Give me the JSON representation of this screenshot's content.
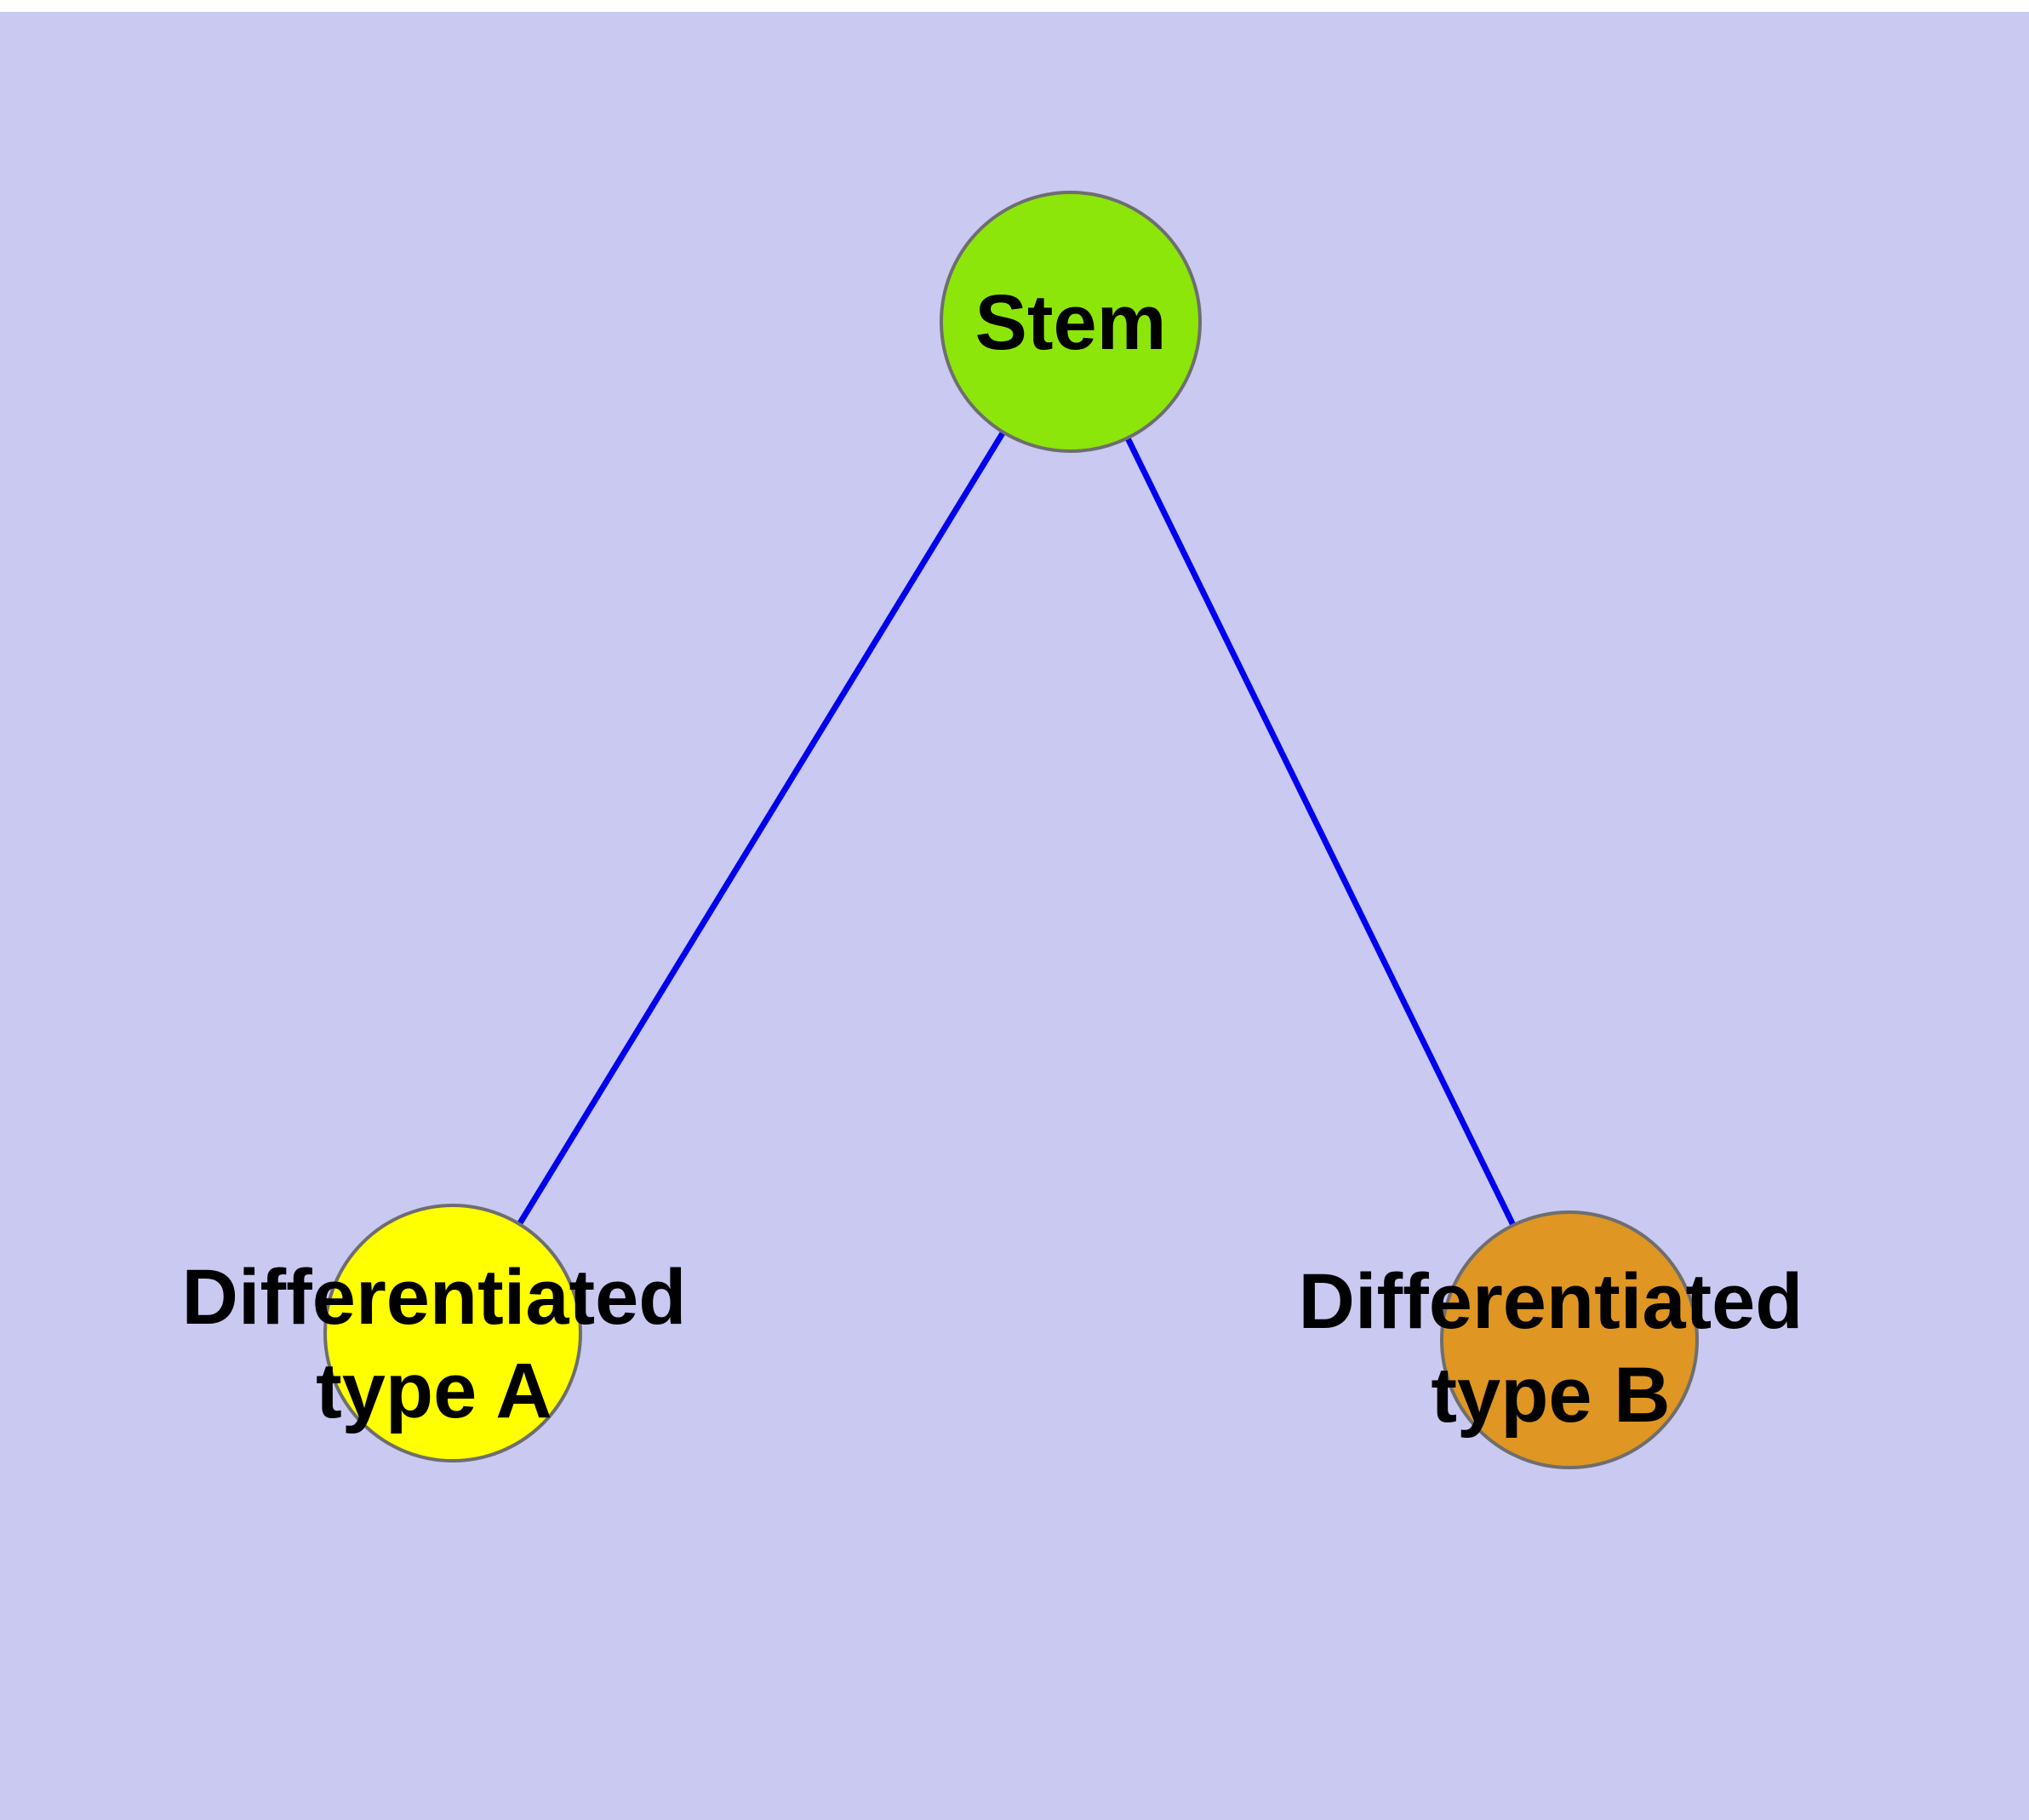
{
  "diagram": {
    "background_color": "#c9c9f2",
    "edge_color": "#0000ee",
    "node_border_color": "#6e6e6e",
    "nodes": {
      "stem": {
        "label": "Stem",
        "fill": "#8ce60a"
      },
      "type_a": {
        "label_line1": "Differentiated",
        "label_line2": "type A",
        "fill": "#ffff00"
      },
      "type_b": {
        "label_line1": "Differentiated",
        "label_line2": "type B",
        "fill": "#df9623"
      }
    },
    "edges": [
      {
        "from": "stem",
        "to": "type_a"
      },
      {
        "from": "stem",
        "to": "type_b"
      }
    ]
  }
}
